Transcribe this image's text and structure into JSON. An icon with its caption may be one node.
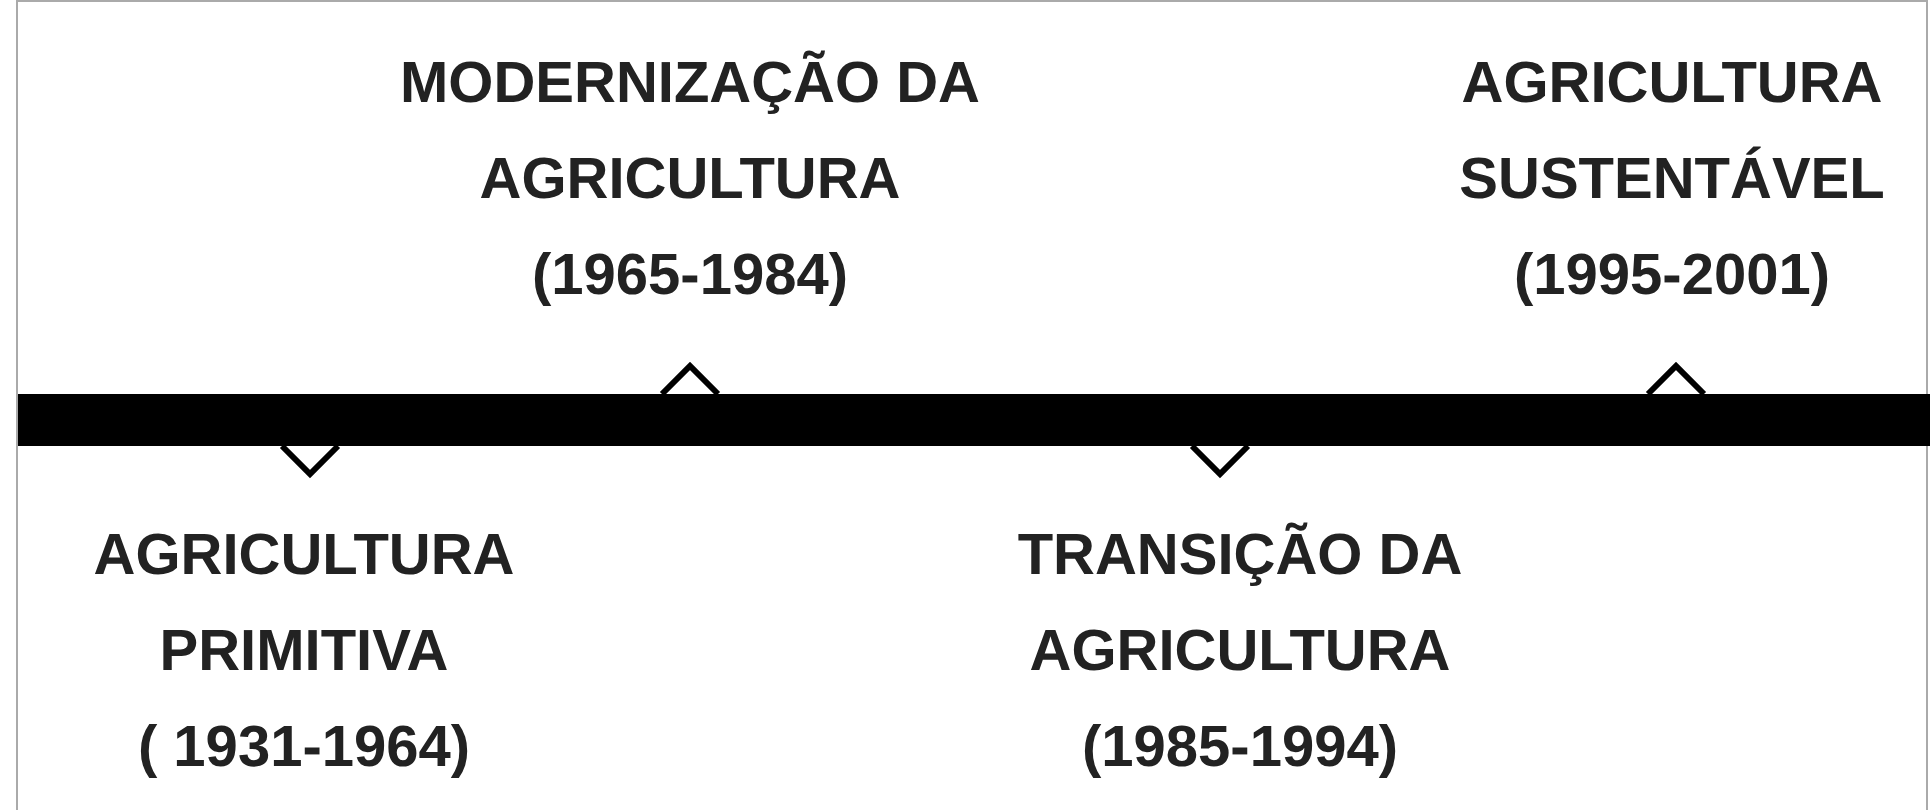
{
  "diagram": {
    "nodes": [
      {
        "text": [
          "AGRICULTURA PRIMITIVA",
          "( 1931-1964)"
        ]
      },
      {
        "text": [
          "MODERNIZAÇÃO DA AGRICULTURA",
          "(1965-1984)"
        ]
      },
      {
        "text": [
          "TRANSIÇÃO DA AGRICULTURA",
          "(1985-1994)"
        ]
      },
      {
        "text": [
          "AGRICULTURA SUSTENTÁVEL",
          "(1995-2001)"
        ]
      }
    ]
  }
}
